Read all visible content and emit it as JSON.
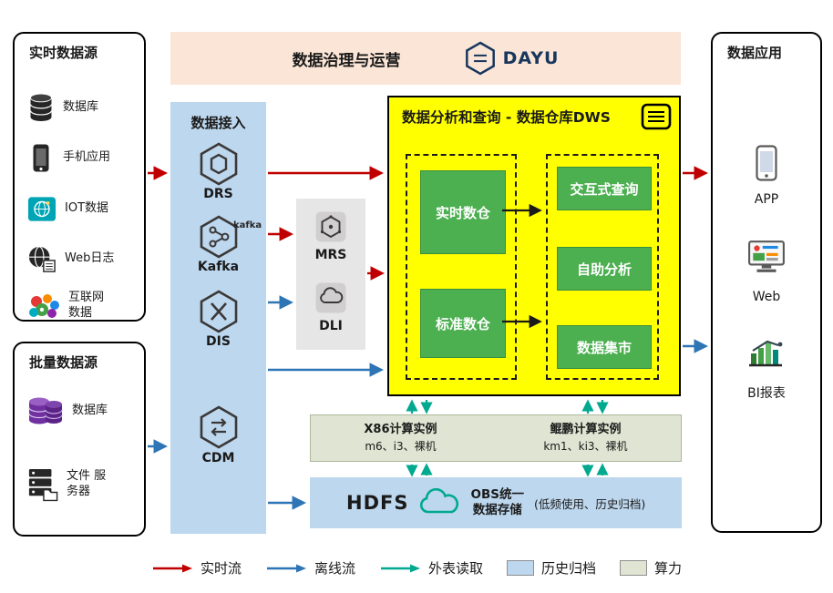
{
  "colors": {
    "realtime": "#c00000",
    "offline": "#2e75b6",
    "external": "#00a98f",
    "archive": "#bdd7ee",
    "compute": "#dfe5d2",
    "governance_bg": "#fbe5d6",
    "ingest_bg": "#bdd7ee",
    "middleware_bg": "#e7e6e6",
    "dws_bg": "#ffff00",
    "green_box": "#4caf50"
  },
  "governance": {
    "title": "数据治理与运营",
    "logo": "DAYU"
  },
  "realtime_sources": {
    "title": "实时数据源",
    "items": [
      {
        "icon": "database-icon",
        "label": "数据库"
      },
      {
        "icon": "phone-icon",
        "label": "手机应用"
      },
      {
        "icon": "iot-icon",
        "label": "IOT数据"
      },
      {
        "icon": "globe-doc-icon",
        "label": "Web日志"
      },
      {
        "icon": "internet-cluster-icon",
        "label": "互联网数据"
      }
    ]
  },
  "batch_sources": {
    "title": "批量数据源",
    "items": [
      {
        "icon": "purple-database-icon",
        "label": "数据库"
      },
      {
        "icon": "file-server-icon",
        "label": "文件 服务器"
      }
    ]
  },
  "ingestion": {
    "title": "数据接入",
    "items": [
      {
        "icon": "drs-hexagon-icon",
        "label": "DRS"
      },
      {
        "icon": "kafka-hexagon-icon",
        "label": "Kafka",
        "wordmark": "kafka"
      },
      {
        "icon": "dis-hexagon-icon",
        "label": "DIS"
      },
      {
        "icon": "cdm-hexagon-icon",
        "label": "CDM"
      }
    ]
  },
  "middleware": {
    "items": [
      {
        "icon": "mrs-hexagon-icon",
        "label": "MRS"
      },
      {
        "icon": "dli-cloud-icon",
        "label": "DLI"
      }
    ]
  },
  "dws": {
    "title": "数据分析和查询 - 数据仓库DWS",
    "warehouses": [
      "实时数仓",
      "标准数仓"
    ],
    "services": [
      "交互式查询",
      "自助分析",
      "数据集市"
    ]
  },
  "compute": {
    "x86_title": "X86计算实例",
    "x86_models": "m6、i3、裸机",
    "kunpeng_title": "鲲鹏计算实例",
    "kunpeng_models": "km1、ki3、裸机"
  },
  "storage": {
    "hdfs": "HDFS",
    "obs_line1": "OBS统一",
    "obs_line2": "数据存储",
    "note": "(低频使用、历史归档)"
  },
  "applications": {
    "title": "数据应用",
    "items": [
      {
        "icon": "app-phone-icon",
        "label": "APP"
      },
      {
        "icon": "web-monitor-icon",
        "label": "Web"
      },
      {
        "icon": "bi-chart-icon",
        "label": "BI报表"
      }
    ]
  },
  "legend": {
    "items": [
      {
        "type": "arrow",
        "color": "realtime",
        "label": "实时流"
      },
      {
        "type": "arrow",
        "color": "offline",
        "label": "离线流"
      },
      {
        "type": "arrow",
        "color": "external",
        "label": "外表读取"
      },
      {
        "type": "swatch",
        "color": "archive",
        "label": "历史归档"
      },
      {
        "type": "swatch",
        "color": "compute",
        "label": "算力"
      }
    ]
  }
}
